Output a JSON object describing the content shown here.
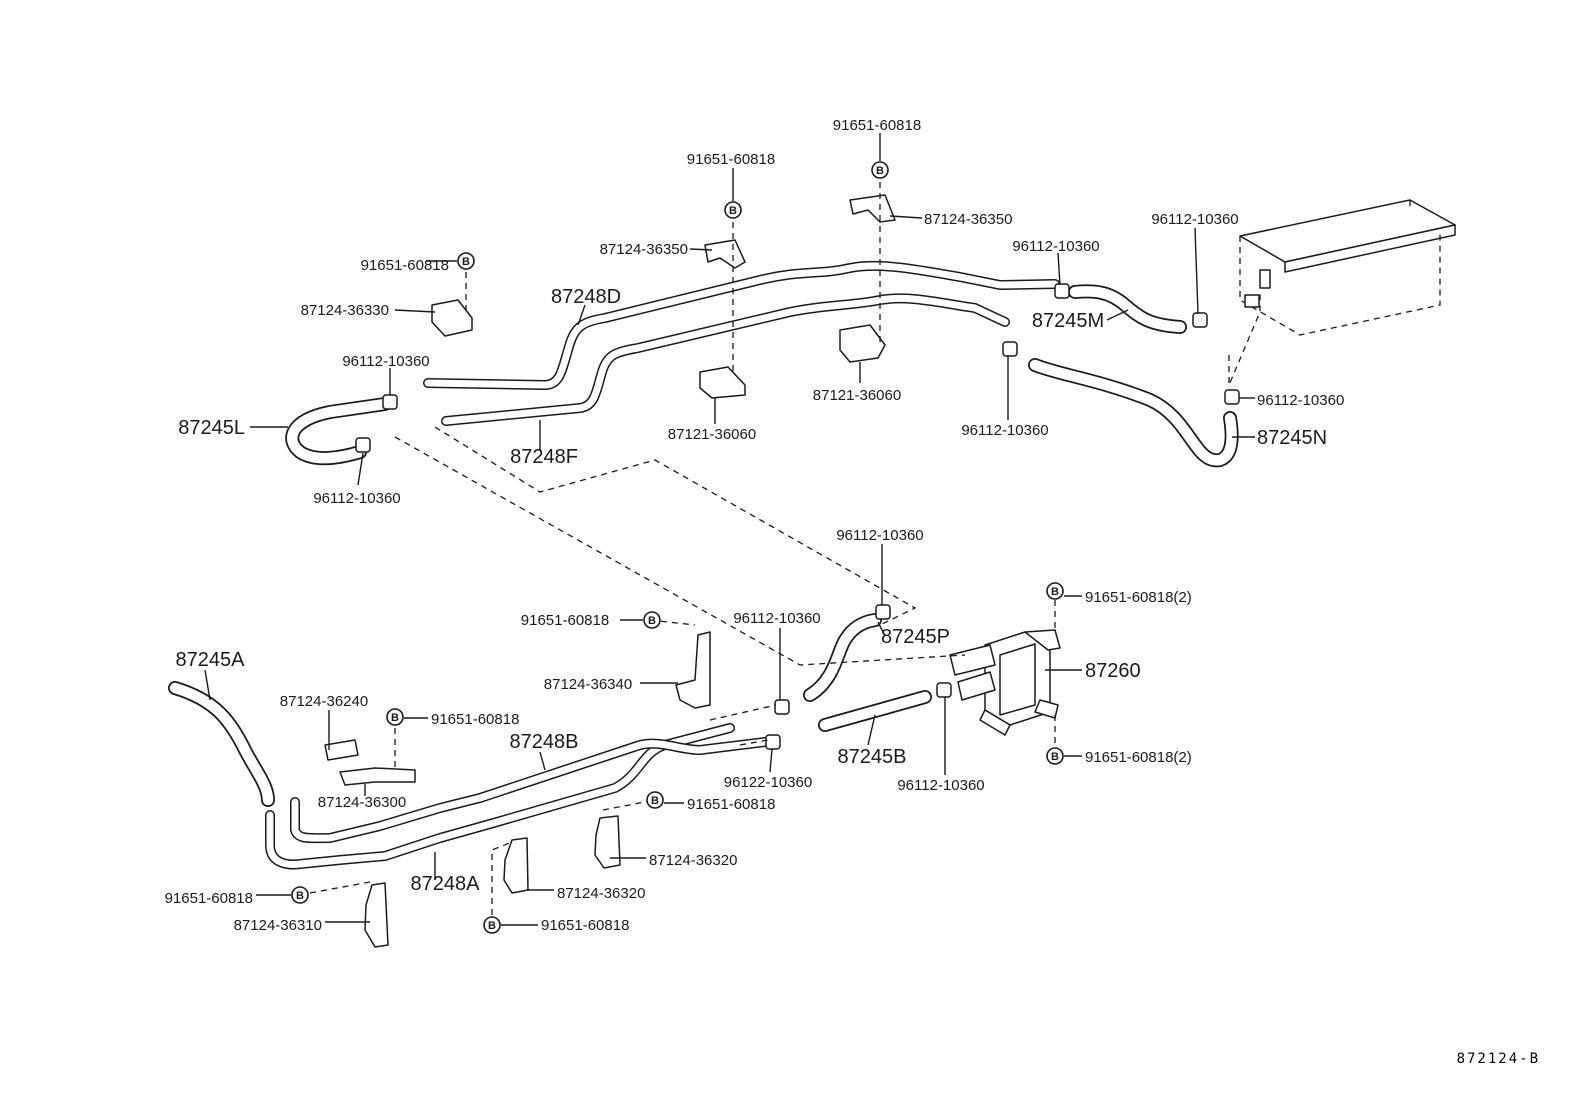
{
  "diagram_id": "872124-B",
  "bolt_symbol": "B",
  "labels": {
    "p1": "91651-60818",
    "p2": "91651-60818",
    "p3": "87124-36350",
    "p4": "87124-36350",
    "p5": "96112-10360",
    "p6": "96112-10360",
    "p7": "91651-60818",
    "p8": "87124-36330",
    "p9": "87248D",
    "p10": "96112-10360",
    "p11": "87245L",
    "p12": "96112-10360",
    "p13": "87248F",
    "p14": "87121-36060",
    "p15": "87121-36060",
    "p16": "87245M",
    "p17": "96112-10360",
    "p18": "96112-10360",
    "p19": "87245N",
    "p20": "96112-10360",
    "p21": "91651-60818(2)",
    "p22": "91651-60818",
    "p23": "96112-10360",
    "p24": "87245P",
    "p25": "87260",
    "p26": "87124-36340",
    "p27": "87245A",
    "p28": "87124-36240",
    "p29": "91651-60818",
    "p30": "87248B",
    "p31": "87245B",
    "p32": "96122-10360",
    "p33": "96112-10360",
    "p34": "91651-60818(2)",
    "p35": "87124-36300",
    "p36": "91651-60818",
    "p37": "87124-36320",
    "p38": "87124-36320",
    "p39": "91651-60818",
    "p40": "87248A",
    "p41": "87124-36310",
    "p42": "91651-60818"
  }
}
